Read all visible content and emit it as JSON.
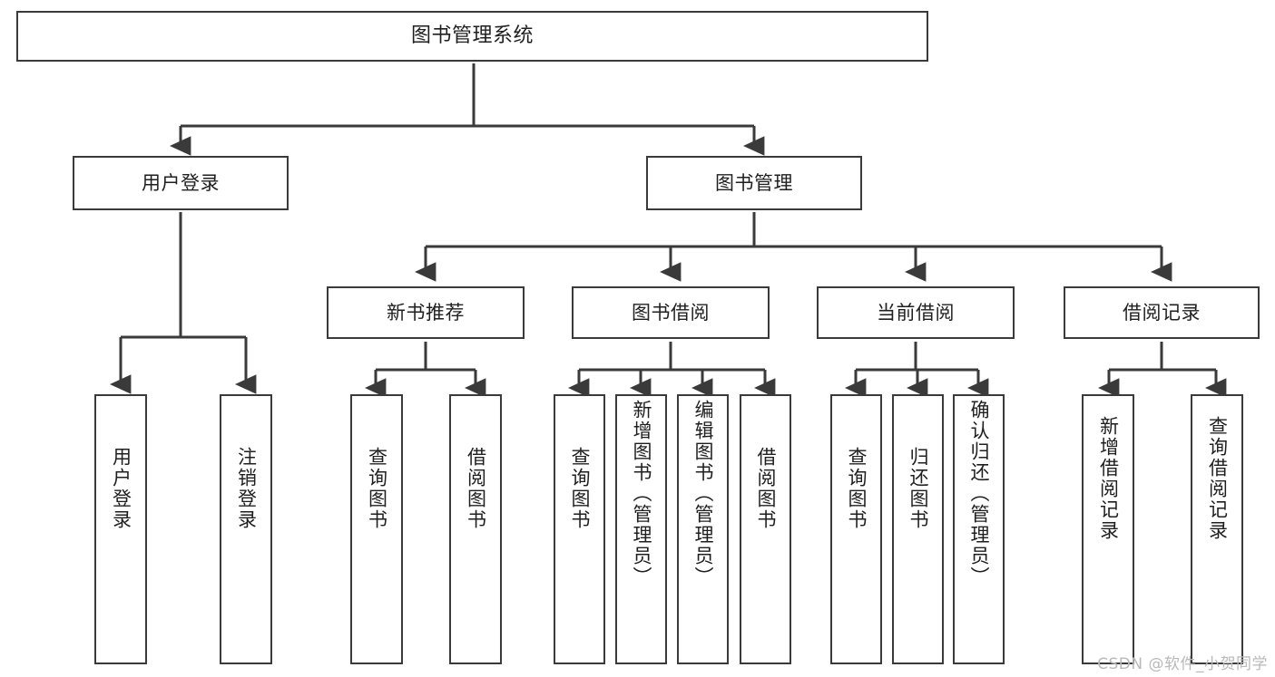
{
  "diagram": {
    "title": "图书管理系统",
    "watermark": "CSDN @软件_小贺同学",
    "line_color": "#3a3a3a",
    "box_fill": "#ffffff",
    "text_color": "#1f1f1f"
  },
  "nodes": {
    "root": {
      "label": "图书管理系统"
    },
    "level2": [
      {
        "label": "用户登录"
      },
      {
        "label": "图书管理"
      }
    ],
    "level3": [
      {
        "label": "新书推荐"
      },
      {
        "label": "图书借阅"
      },
      {
        "label": "当前借阅"
      },
      {
        "label": "借阅记录"
      }
    ],
    "leaves_user_login": [
      {
        "label": "用户登录"
      },
      {
        "label": "注销登录"
      }
    ],
    "leaves_new_book": [
      {
        "label": "查询图书"
      },
      {
        "label": "借阅图书"
      }
    ],
    "leaves_borrow": [
      {
        "label": "查询图书"
      },
      {
        "label": "新增图书（管理员）"
      },
      {
        "label": "编辑图书（管理员）"
      },
      {
        "label": "借阅图书"
      }
    ],
    "leaves_current": [
      {
        "label": "查询图书"
      },
      {
        "label": "归还图书"
      },
      {
        "label": "确认归还（管理员）"
      }
    ],
    "leaves_records": [
      {
        "label": "新增借阅记录"
      },
      {
        "label": "查询借阅记录"
      }
    ]
  }
}
